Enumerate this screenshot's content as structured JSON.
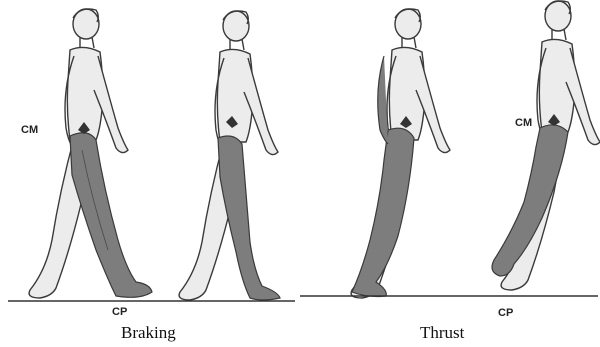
{
  "panels": [
    {
      "caption": "Braking",
      "cm_label": "CM",
      "cp_label": "CP"
    },
    {
      "caption": "Thrust",
      "cm_label": "CM",
      "cp_label": "CP"
    }
  ],
  "colors": {
    "body_fill": "#ececec",
    "outline": "#3a3a3a",
    "shaded_leg": "#7d7d7d",
    "ground": "#333333"
  }
}
